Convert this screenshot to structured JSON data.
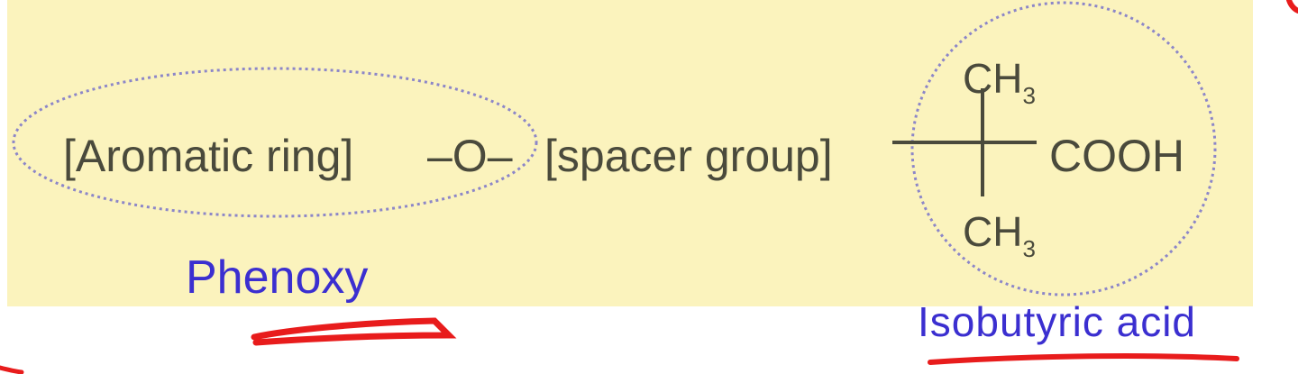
{
  "formula": {
    "aromatic_ring": "[Aromatic ring]",
    "oxygen_link": "–O–",
    "spacer_group": "[spacer group]",
    "methyl_top": "CH",
    "methyl_top_sub": "3",
    "methyl_bottom": "CH",
    "methyl_bottom_sub": "3",
    "carboxyl": "COOH"
  },
  "labels": {
    "phenoxy": "Phenoxy",
    "isobutyric_acid": "Isobutyric acid"
  },
  "colors": {
    "panel_background": "#fbf3bd",
    "formula_text": "#4a4a3c",
    "label_text": "#3b2fd0",
    "circle_outline": "#8c86c8",
    "underline": "#e81c1c"
  }
}
